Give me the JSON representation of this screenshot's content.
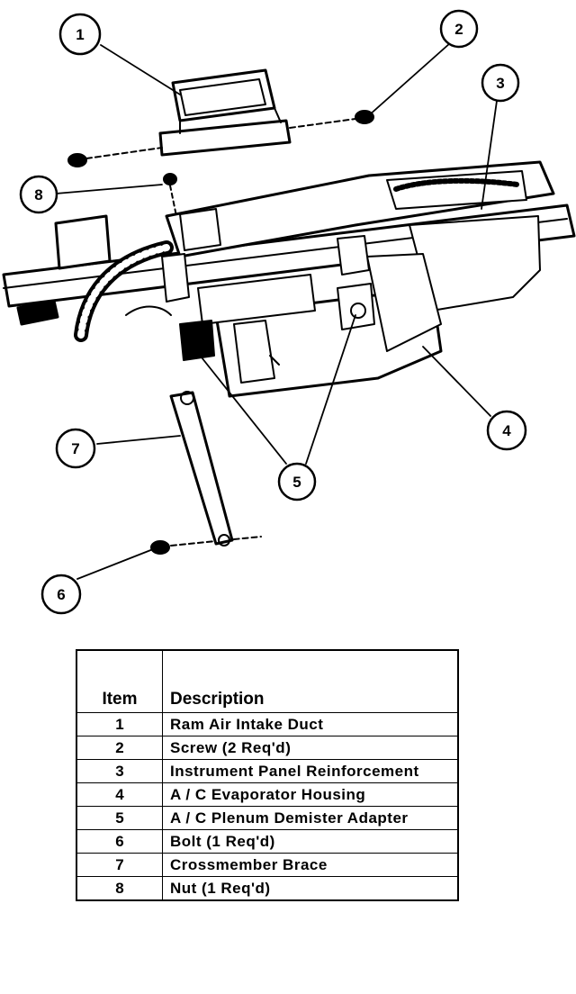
{
  "callouts": [
    {
      "id": "1"
    },
    {
      "id": "2"
    },
    {
      "id": "3"
    },
    {
      "id": "4"
    },
    {
      "id": "5"
    },
    {
      "id": "6"
    },
    {
      "id": "7"
    },
    {
      "id": "8"
    }
  ],
  "table": {
    "headers": {
      "item": "Item",
      "description": "Description"
    },
    "rows": [
      {
        "item": "1",
        "description": "Ram Air Intake Duct"
      },
      {
        "item": "2",
        "description": "Screw (2 Req'd)"
      },
      {
        "item": "3",
        "description": "Instrument Panel Reinforcement"
      },
      {
        "item": "4",
        "description": "A / C Evaporator Housing"
      },
      {
        "item": "5",
        "description": "A / C Plenum Demister Adapter"
      },
      {
        "item": "6",
        "description": "Bolt (1 Req'd)"
      },
      {
        "item": "7",
        "description": "Crossmember Brace"
      },
      {
        "item": "8",
        "description": "Nut (1 Req'd)"
      }
    ]
  },
  "colors": {
    "ink": "#000000",
    "paper": "#ffffff"
  }
}
